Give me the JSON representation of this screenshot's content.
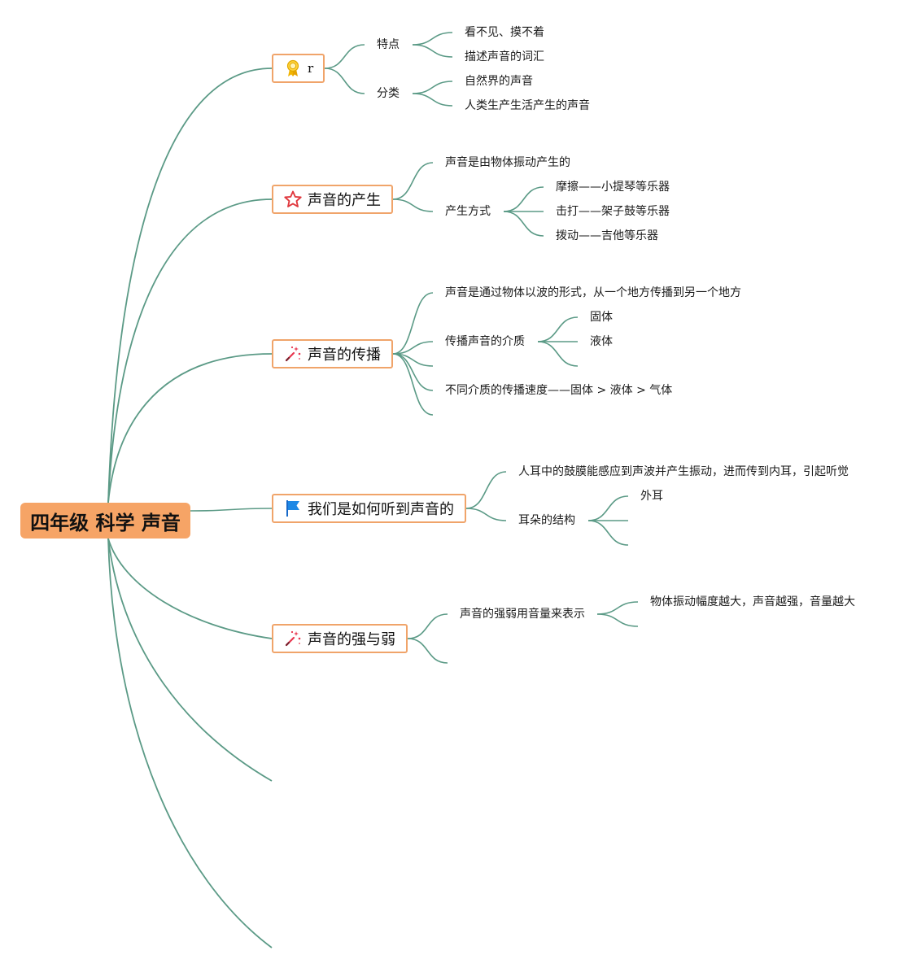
{
  "mindmap": {
    "root": "四年级 科学 声音",
    "branches": [
      {
        "label": "r",
        "icon": "award-ribbon-icon",
        "children": [
          {
            "label": "特点",
            "children": [
              "看不见、摸不着",
              "描述声音的词汇"
            ]
          },
          {
            "label": "分类",
            "children": [
              "自然界的声音",
              "人类生产生活产生的声音"
            ]
          }
        ]
      },
      {
        "label": "声音的产生",
        "icon": "star-icon",
        "children": [
          {
            "label": "声音是由物体振动产生的"
          },
          {
            "label": "产生方式",
            "children": [
              "摩擦——小提琴等乐器",
              "击打——架子鼓等乐器",
              "拨动——吉他等乐器"
            ]
          }
        ]
      },
      {
        "label": "声音的传播",
        "icon": "magic-wand-icon",
        "children": [
          {
            "label": "声音是通过物体以波的形式，从一个地方传播到另一个地方"
          },
          {
            "label": "传播声音的介质",
            "children": [
              "固体",
              "液体",
              ""
            ]
          },
          {
            "label": ""
          },
          {
            "label": "不同介质的传播速度——固体 > 液体 > 气体"
          },
          {
            "label": ""
          }
        ]
      },
      {
        "label": "我们是如何听到声音的",
        "icon": "flag-icon",
        "children": [
          {
            "label": "人耳中的鼓膜能感应到声波并产生振动，进而传到内耳，引起听觉"
          },
          {
            "label": "耳朵的结构",
            "children": [
              "外耳",
              "",
              ""
            ]
          }
        ]
      },
      {
        "label": "声音的强与弱",
        "icon": "magic-wand-icon",
        "children": [
          {
            "label": "声音的强弱用音量来表示",
            "children": [
              "物体振动幅度越大，声音越强，音量越大",
              ""
            ]
          },
          {
            "label": ""
          }
        ]
      },
      {
        "label": ""
      },
      {
        "label": ""
      }
    ]
  },
  "colors": {
    "connector": "#5b9a86",
    "root_fill": "#f6a466",
    "topic_border": "#f0a46a"
  }
}
